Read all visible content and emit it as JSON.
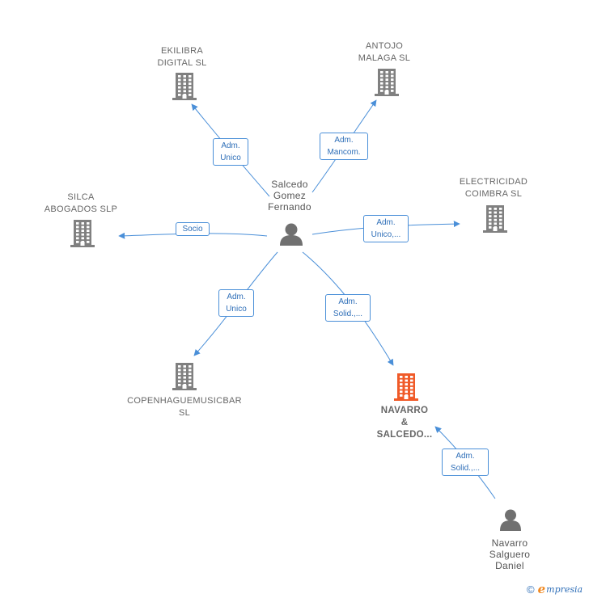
{
  "colors": {
    "edge": "#4a8fd8",
    "company_icon": "#808080",
    "focus_company_icon": "#f05a28",
    "person_icon": "#707070"
  },
  "nodes": {
    "salcedo": {
      "label": "Salcedo\nGomez\nFernando",
      "icon": "person-icon"
    },
    "ekilibra": {
      "label": "EKILIBRA\nDIGITAL SL",
      "icon": "building-icon"
    },
    "antojo": {
      "label": "ANTOJO\nMALAGA  SL",
      "icon": "building-icon"
    },
    "electricidad": {
      "label": "ELECTRICIDAD\nCOIMBRA  SL",
      "icon": "building-icon"
    },
    "silca": {
      "label": "SILCA\nABOGADOS  SLP",
      "icon": "building-icon"
    },
    "copenhague": {
      "label": "COPENHAGUEMUSICBAR\nSL",
      "icon": "building-icon"
    },
    "navarro_salcedo": {
      "label": "NAVARRO\n&\nSALCEDO...",
      "icon": "building-icon"
    },
    "navarro_daniel": {
      "label": "Navarro\nSalguero\nDaniel",
      "icon": "person-icon"
    }
  },
  "edges": {
    "to_ekilibra": {
      "label": "Adm.\nUnico"
    },
    "to_antojo": {
      "label": "Adm.\nMancom."
    },
    "to_electricidad": {
      "label": "Adm.\nUnico,..."
    },
    "to_silca": {
      "label": "Socio"
    },
    "to_copenhague": {
      "label": "Adm.\nUnico"
    },
    "to_navarro_salcedo": {
      "label": "Adm.\nSolid.,..."
    },
    "daniel_to_navarro_salcedo": {
      "label": "Adm.\nSolid.,..."
    }
  },
  "brand": {
    "copyright": "©",
    "initial": "e",
    "name": "mpresia"
  }
}
